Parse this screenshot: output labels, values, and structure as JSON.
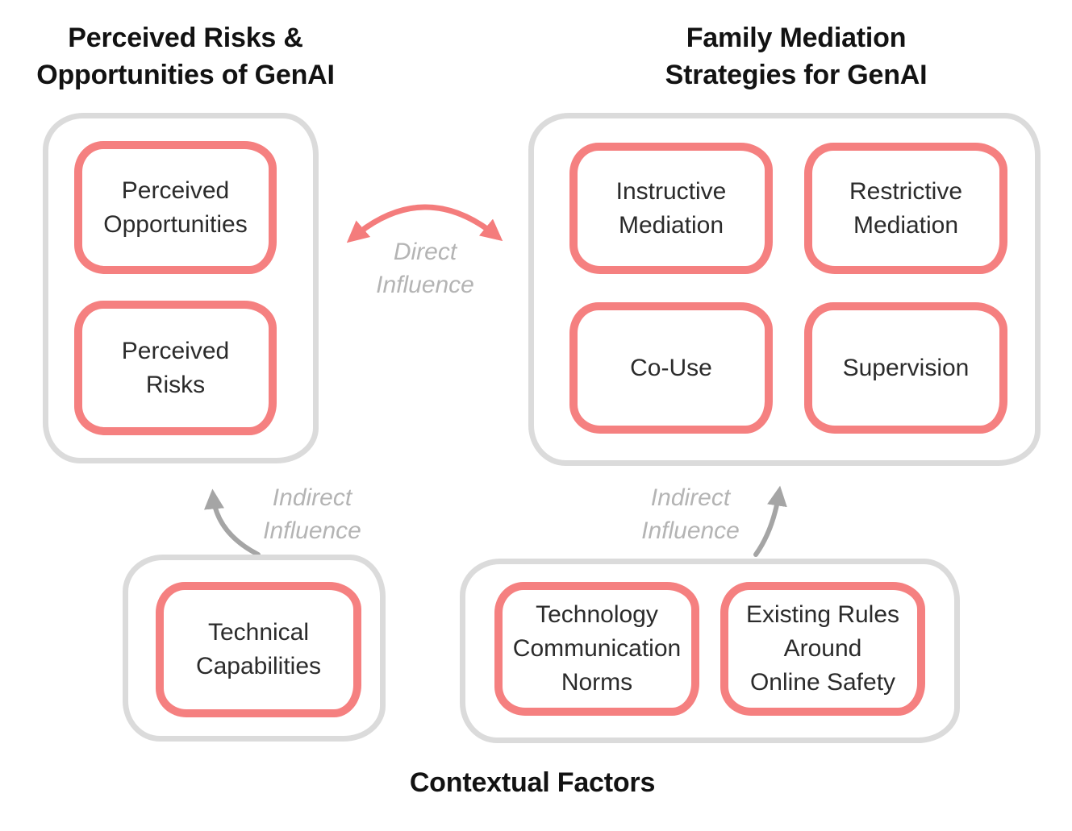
{
  "diagram": {
    "titles": {
      "left": "Perceived Risks &\nOpportunities of GenAI",
      "right": "Family Mediation\nStrategies for GenAI",
      "bottom": "Contextual Factors"
    },
    "influence_labels": {
      "direct": "Direct\nInfluence",
      "indirect_left": "Indirect\nInfluence",
      "indirect_right": "Indirect\nInfluence"
    },
    "groups": {
      "perceptions": {
        "boxes": {
          "opportunities": "Perceived\nOpportunities",
          "risks": "Perceived\nRisks"
        }
      },
      "strategies": {
        "boxes": {
          "instructive": "Instructive\nMediation",
          "restrictive": "Restrictive\nMediation",
          "co_use": "Co-Use",
          "supervision": "Supervision"
        }
      },
      "contextual_left": {
        "boxes": {
          "technical": "Technical\nCapabilities"
        }
      },
      "contextual_right": {
        "boxes": {
          "tech_norms": "Technology\nCommunication\nNorms",
          "existing_rules": "Existing Rules\nAround\nOnline Safety"
        }
      }
    },
    "colors": {
      "box_border": "#f58080",
      "group_border": "#dbdbdb",
      "arrow_red": "#f47c7c",
      "arrow_gray": "#a5a5a5",
      "influence_text": "#b4b4b4",
      "label_text": "#2b2b2b",
      "title_text": "#121212"
    }
  }
}
